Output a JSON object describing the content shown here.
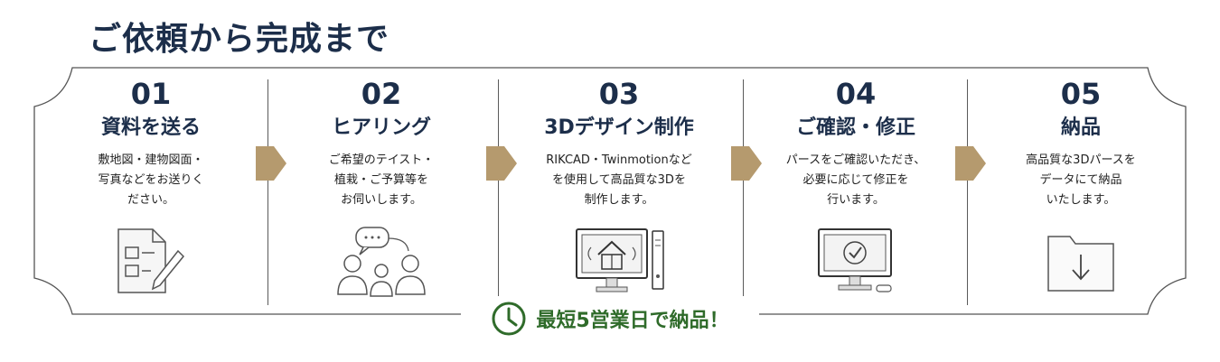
{
  "title": "ご依頼から完成まで",
  "steps": [
    {
      "num": "01",
      "title": "資料を送る",
      "desc": "敷地図・建物図面・\n写真などをお送りく\nださい。",
      "icon": "document-pencil-icon"
    },
    {
      "num": "02",
      "title": "ヒアリング",
      "desc": "ご希望のテイスト・\n植栽・ご予算等を\nお伺いします。",
      "icon": "meeting-people-icon"
    },
    {
      "num": "03",
      "title": "3Dデザイン制作",
      "desc": "RIKCAD・Twinmotionなど\nを使用して高品質な3Dを\n制作します。",
      "icon": "computer-house-design-icon"
    },
    {
      "num": "04",
      "title": "ご確認・修正",
      "desc": "パースをご確認いただき、\n必要に応じて修正を\n行います。",
      "icon": "monitor-check-icon"
    },
    {
      "num": "05",
      "title": "納品",
      "desc": "高品質な3Dパースを\nデータにて納品\nいたします。",
      "icon": "folder-download-icon"
    }
  ],
  "footer": {
    "text": "最短5営業日で納品！",
    "icon": "clock-icon"
  },
  "colors": {
    "navy": "#1c2e4a",
    "arrow": "#b59a6e",
    "green": "#2f6b2a"
  }
}
